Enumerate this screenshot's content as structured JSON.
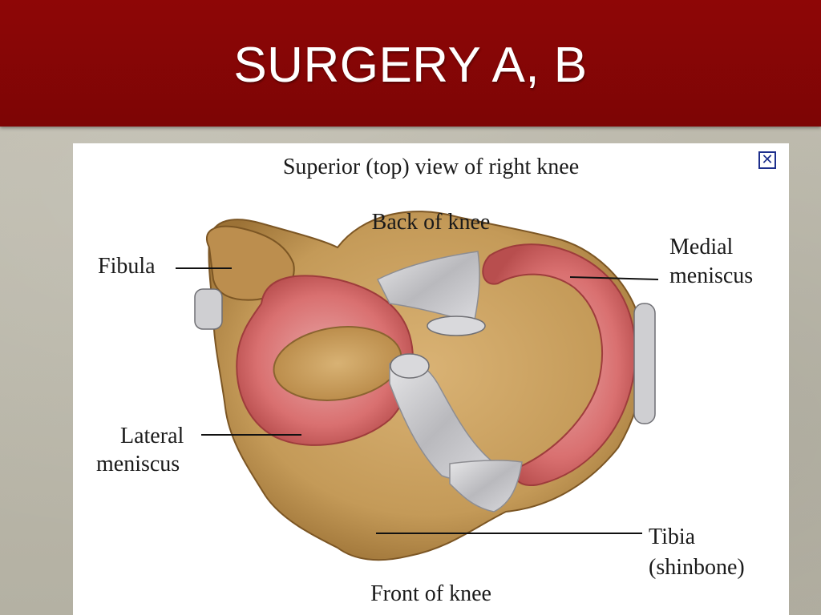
{
  "slide": {
    "title": "SURGERY A, B"
  },
  "figure": {
    "caption": "Superior (top) view of right knee",
    "back_label": "Back of knee",
    "front_label": "Front of knee",
    "labels": {
      "fibula": "Fibula",
      "medial_line1": "Medial",
      "medial_line2": "meniscus",
      "lateral_line1": "Lateral",
      "lateral_line2": "meniscus",
      "tibia_line1": "Tibia",
      "tibia_line2": "(shinbone)"
    },
    "close_icon": "close-icon"
  },
  "colors": {
    "title_bar": "#8e0606",
    "bone": "#c9a160",
    "meniscus": "#d86f6f",
    "ligament": "#c9c9cc"
  }
}
